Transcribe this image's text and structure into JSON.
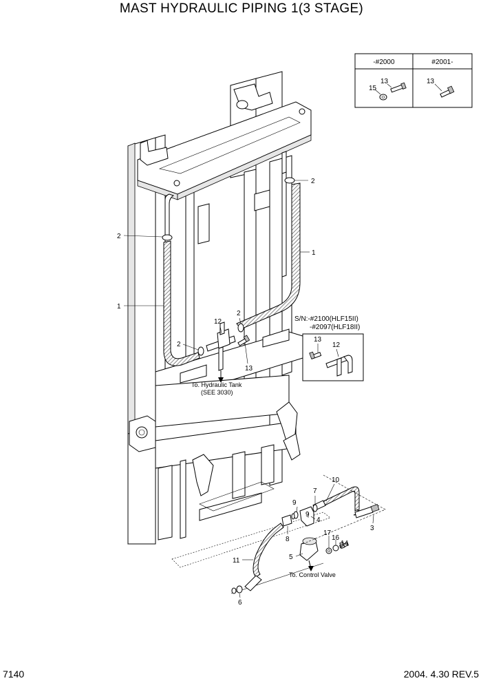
{
  "title": "MAST HYDRAULIC PIPING 1(3 STAGE)",
  "page_number": "7140",
  "revision": "2004. 4.30 REV.5",
  "serial_table": {
    "headers": [
      "-#2000",
      "#2001-"
    ],
    "left_labels": [
      "15",
      "13"
    ],
    "right_labels": [
      "13"
    ]
  },
  "serial_note": {
    "line1": "S/N:-#2100(HLF15II)",
    "line2": "-#2097(HLF18II)",
    "labels": [
      "13",
      "12"
    ]
  },
  "notes": {
    "tank_line1": "To. Hydraulic Tank",
    "tank_line2": "(SEE 3030)",
    "control_valve": "To. Control Valve"
  },
  "callouts": {
    "hose_right": "1",
    "hose_left": "1",
    "clamp_right": "2",
    "clamp_left": "2",
    "clamp_center": "2",
    "clamp_mid": "2",
    "tee": "12",
    "bolt": "13",
    "elbow_valve": "3",
    "connector": "4",
    "cap": "5",
    "fitting_lower": "6",
    "oring_top": "7",
    "adapter": "8",
    "oring_9a": "9",
    "oring_9b": "9",
    "hose_upper": "10",
    "hose_lower": "11",
    "bolt_14": "14",
    "washer_16": "16",
    "washer_17": "17"
  }
}
